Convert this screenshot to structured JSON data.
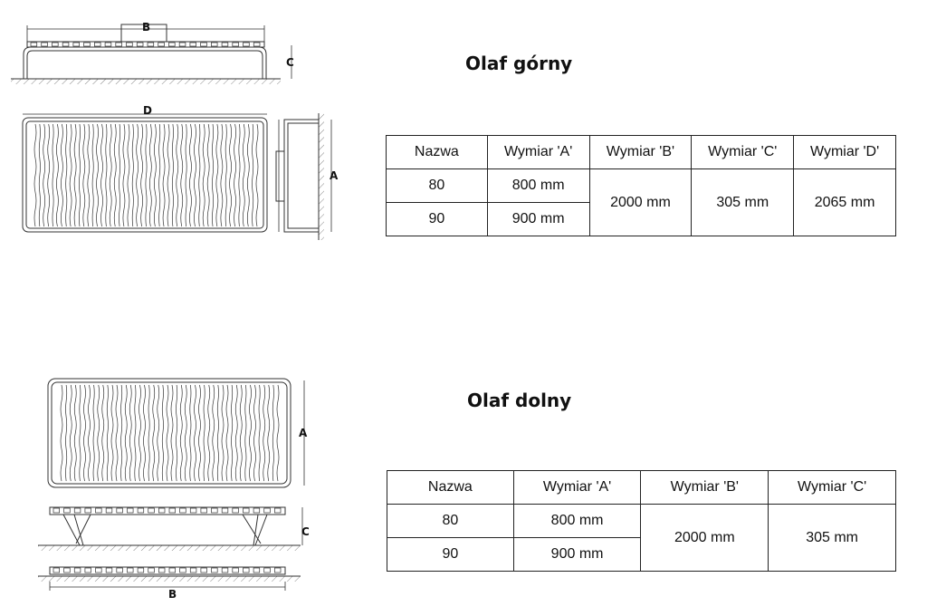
{
  "sections": [
    {
      "title": "Olaf górny",
      "headers": [
        "Nazwa",
        "Wymiar 'A'",
        "Wymiar 'B'",
        "Wymiar 'C'",
        "Wymiar 'D'"
      ],
      "rows": [
        [
          "80",
          "800 mm"
        ],
        [
          "90",
          "900 mm"
        ]
      ],
      "shared": [
        "2000 mm",
        "305 mm",
        "2065 mm"
      ],
      "drawing_labels": {
        "b": "B",
        "c": "C",
        "d": "D",
        "a": "A"
      }
    },
    {
      "title": "Olaf dolny",
      "headers": [
        "Nazwa",
        "Wymiar 'A'",
        "Wymiar 'B'",
        "Wymiar 'C'"
      ],
      "rows": [
        [
          "80",
          "800 mm"
        ],
        [
          "90",
          "900 mm"
        ]
      ],
      "shared": [
        "2000 mm",
        "305 mm"
      ],
      "drawing_labels": {
        "a": "A",
        "c": "C",
        "b": "B"
      }
    }
  ]
}
